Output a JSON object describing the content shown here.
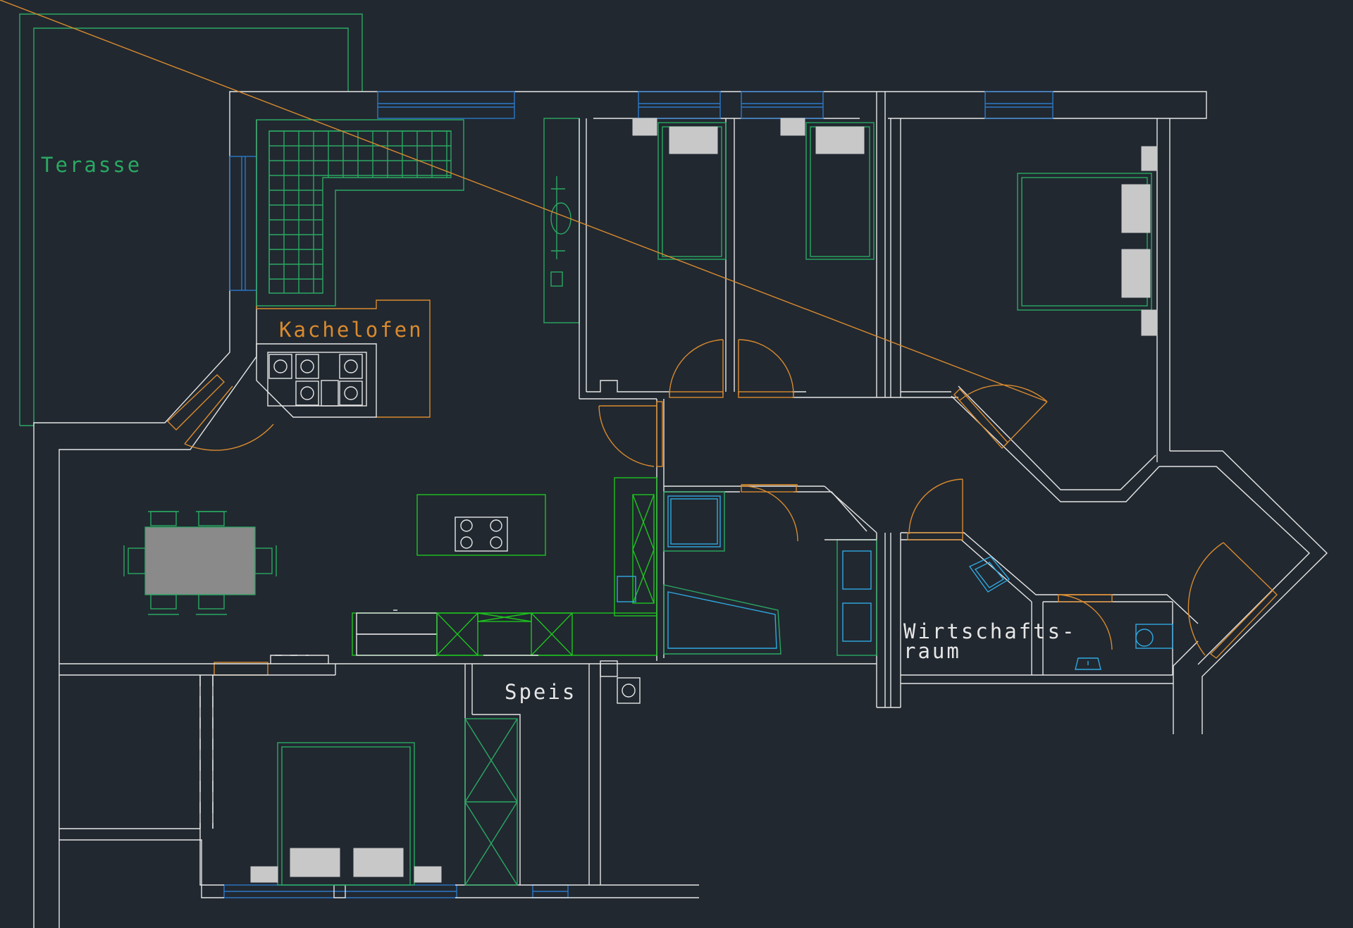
{
  "drawing": {
    "rooms": {
      "terrace": "Terasse",
      "tiled_stove": "Kachelofen",
      "pantry": "Speis",
      "utility_line1": "Wirtschafts-",
      "utility_line2": "raum"
    }
  },
  "colors": {
    "background": "#212830",
    "walls": "#e6e6e6",
    "furniture": "#2aa862",
    "doors": "#d98a2e",
    "windows": "#2c78c8",
    "sanitary": "#30a8e0",
    "table": "#8a8a8a",
    "pillows": "#c8c8c8"
  }
}
